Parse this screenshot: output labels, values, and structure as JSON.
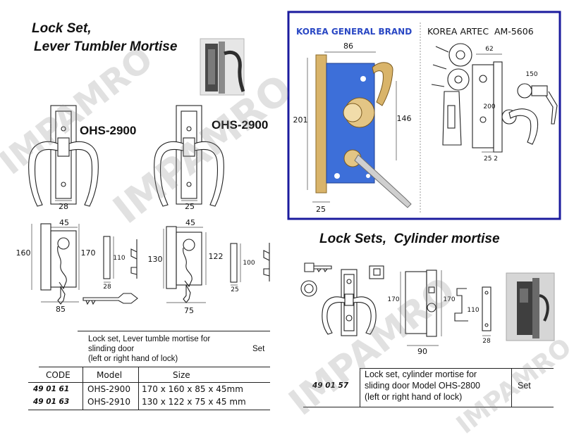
{
  "watermark": {
    "text": "IMPAMRO"
  },
  "lever_section": {
    "title_line1": "Lock Set,",
    "title_line2": "Lever Tumbler Mortise",
    "model_label_a": "OHS-2900",
    "model_label_b": "OHS-2900",
    "dims": {
      "a_plate_width": "28",
      "b_plate_width": "25",
      "a_top": "45",
      "a_height_left": "160",
      "a_height_right": "170",
      "a_side_height": "110",
      "a_side_width": "28",
      "a_bottom": "85",
      "b_top": "45",
      "b_height_left": "130",
      "b_height_right": "122",
      "b_side_height": "100",
      "b_side_width": "25",
      "b_bottom": "75"
    }
  },
  "korea_box": {
    "left_title": "KOREA GENERAL BRAND",
    "right_title": "KOREA ARTEC  AM-5606",
    "left_dims": {
      "width": "86",
      "height": "201",
      "inner": "146",
      "bottom": "25"
    },
    "right_dims": {
      "top": "62",
      "side": "150",
      "mid": "200",
      "bottom": "25 2"
    }
  },
  "cylinder_section": {
    "title": "Lock Sets,  Cylinder mortise",
    "dims": {
      "height_left": "170",
      "height_right": "170",
      "side": "110",
      "side_width": "28",
      "bottom": "90"
    }
  },
  "table_lever": {
    "description": [
      "Lock set, Lever tumble mortise for",
      "slinding door",
      "(left or right hand of lock)"
    ],
    "unit": "Set",
    "headers": [
      "CODE",
      "Model",
      "Size"
    ],
    "rows": [
      {
        "code": "49 01 61",
        "model": "OHS-2900",
        "size": "170 x 160 x 85 x 45mm"
      },
      {
        "code": "49 01 63",
        "model": "OHS-2910",
        "size": "130 x 122 x 75 x 45 mm"
      }
    ]
  },
  "table_cylinder": {
    "code": "49 01 57",
    "description": [
      "Lock set, cylinder mortise for",
      "sliding door Model OHS-2800",
      "(left or right hand of lock)"
    ],
    "unit": "Set"
  },
  "colors": {
    "box_border": "#1b1b9e",
    "korea_title": "#2a48c4",
    "lock_body_blue": "#3d6fd9",
    "brass": "#d9b46a",
    "watermark": "#8c8c8c"
  }
}
